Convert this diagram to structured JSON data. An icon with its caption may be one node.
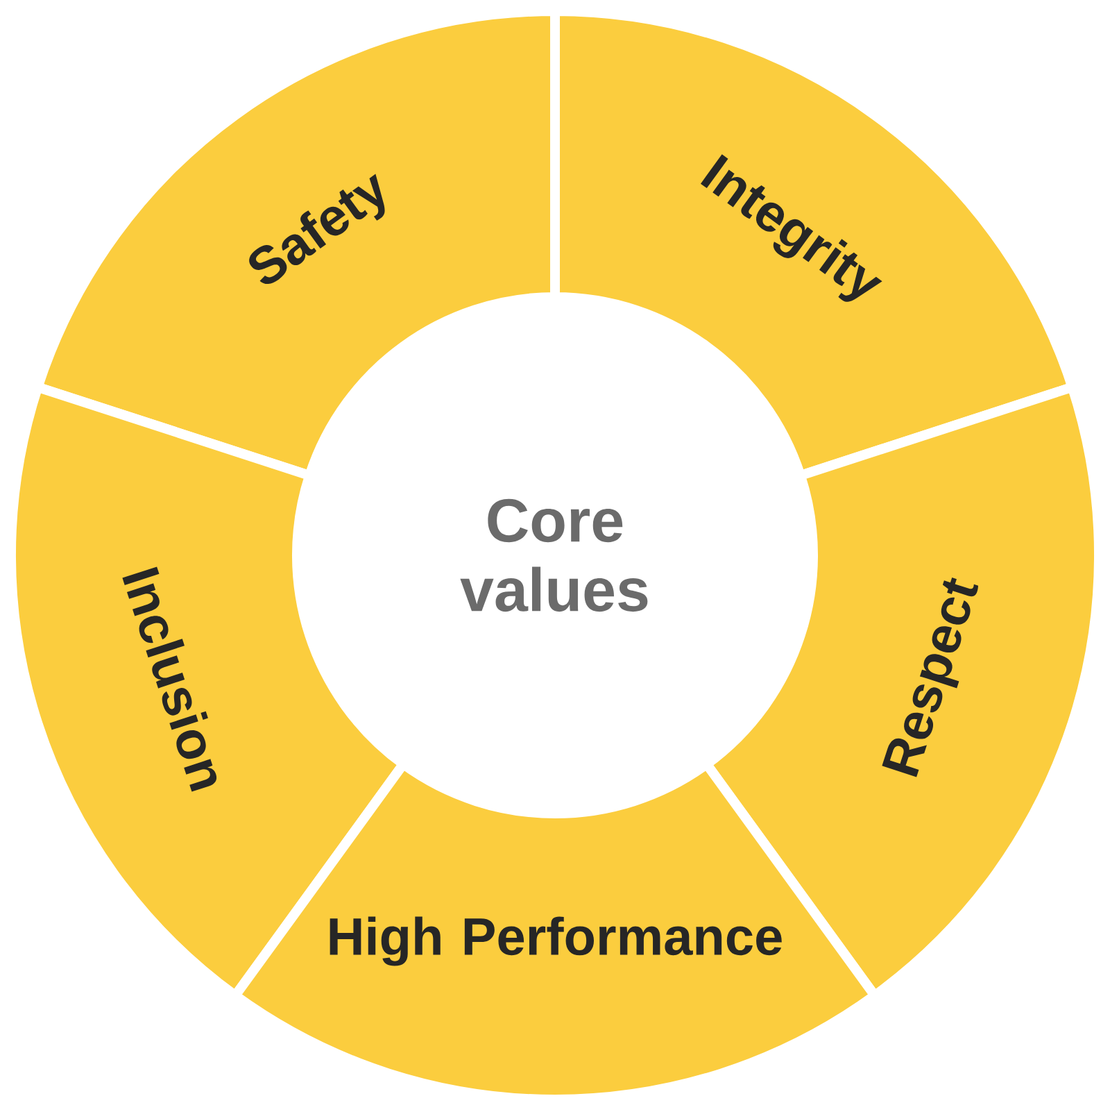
{
  "diagram": {
    "nodes": [
      {
        "text": [
          "Safety"
        ]
      },
      {
        "text": [
          "Integrity"
        ]
      },
      {
        "text": [
          "Core values"
        ]
      },
      {
        "text": [
          "Inclusion"
        ]
      },
      {
        "text": [
          "Respect"
        ]
      },
      {
        "text": [
          "High Performance"
        ]
      }
    ]
  }
}
